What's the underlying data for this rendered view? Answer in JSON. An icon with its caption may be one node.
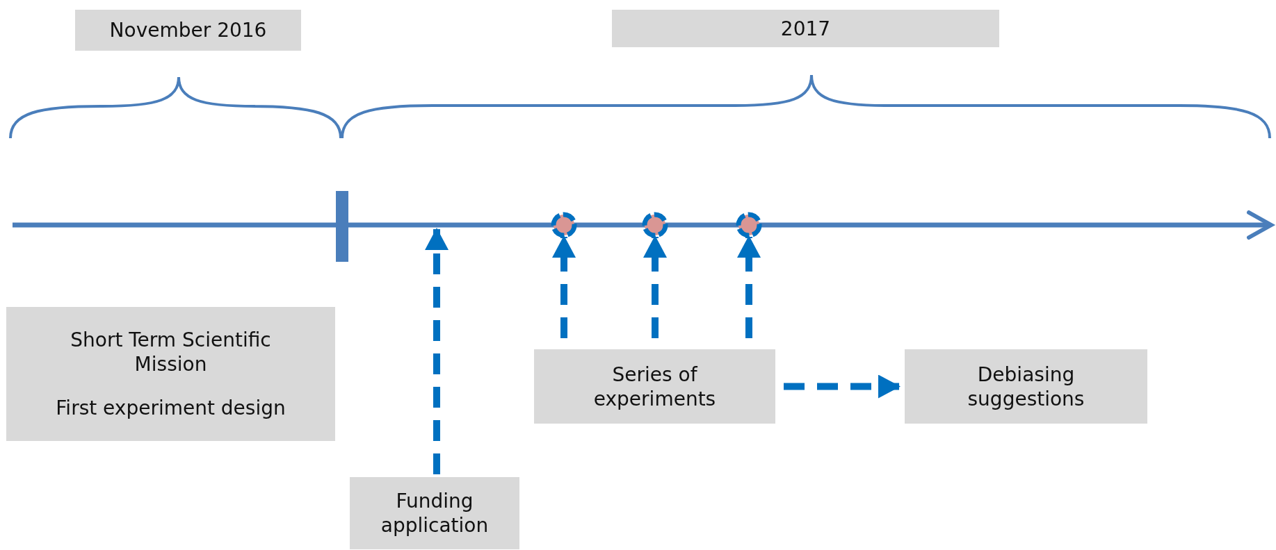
{
  "diagram": {
    "nodes": [
      {
        "text": [
          "November 2016"
        ]
      },
      {
        "text": [
          "2017"
        ]
      },
      {
        "text": [
          "Short Term Scientific Mission",
          "First experiment design"
        ]
      },
      {
        "text": [
          "Funding application"
        ]
      },
      {
        "text": [
          "Series of experiments"
        ]
      },
      {
        "text": [
          "Debiasing suggestions"
        ]
      },
      {
        "text": [],
        "shape": "circle"
      },
      {
        "text": [],
        "shape": "circle"
      },
      {
        "text": [],
        "shape": "circle"
      }
    ],
    "edges": [
      {
        "from": 3,
        "to": null,
        "arrow": "to",
        "style": "dashed"
      },
      {
        "from": 4,
        "to": 6,
        "arrow": "to",
        "style": "dashed"
      },
      {
        "from": 4,
        "to": 7,
        "arrow": "to",
        "style": "dashed"
      },
      {
        "from": 4,
        "to": 8,
        "arrow": "to",
        "style": "dashed"
      },
      {
        "from": 4,
        "to": 5,
        "arrow": "to",
        "style": "dashed"
      }
    ]
  }
}
